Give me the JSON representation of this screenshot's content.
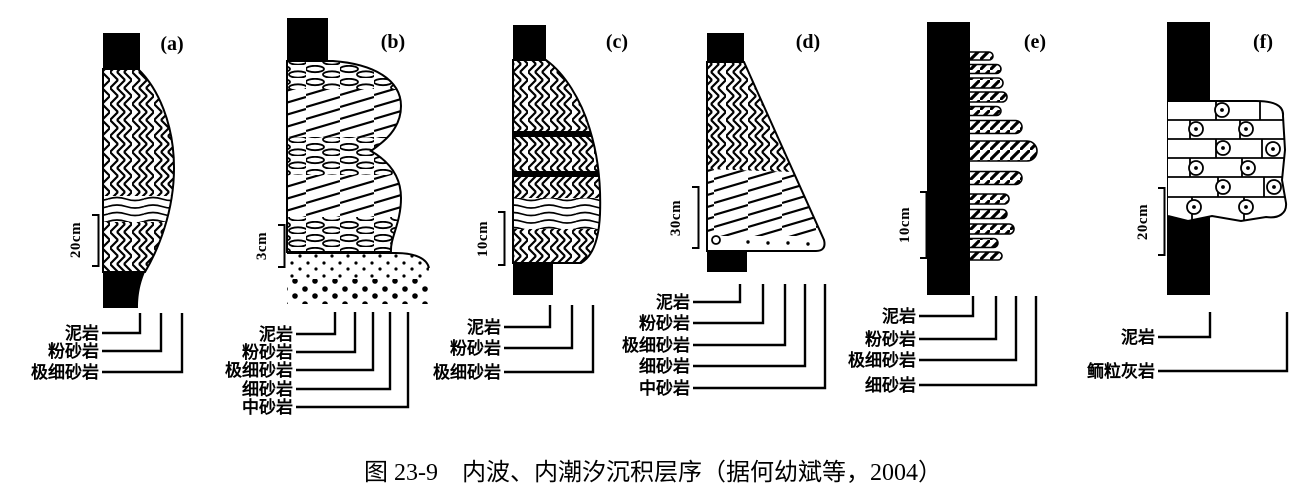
{
  "figure": {
    "caption": "图 23-9　内波、内潮汐沉积层序（据何幼斌等，2004）"
  },
  "panels": [
    {
      "tag": "(a)",
      "scale": "20cm",
      "liths": [
        "泥岩",
        "粉砂岩",
        "极细砂岩"
      ]
    },
    {
      "tag": "(b)",
      "scale": "3cm",
      "liths": [
        "泥岩",
        "粉砂岩",
        "极细砂岩",
        "细砂岩",
        "中砂岩"
      ]
    },
    {
      "tag": "(c)",
      "scale": "10cm",
      "liths": [
        "泥岩",
        "粉砂岩",
        "极细砂岩"
      ]
    },
    {
      "tag": "(d)",
      "scale": "30cm",
      "liths": [
        "泥岩",
        "粉砂岩",
        "极细砂岩",
        "细砂岩",
        "中砂岩"
      ]
    },
    {
      "tag": "(e)",
      "scale": "10cm",
      "liths": [
        "泥岩",
        "粉砂岩",
        "极细砂岩",
        "细砂岩"
      ]
    },
    {
      "tag": "(f)",
      "scale": "20cm",
      "liths": [
        "泥岩",
        "鲕粒灰岩"
      ]
    }
  ],
  "symbology": {
    "solid-black": "泥岩 (mudstone)",
    "herringbone-pattern": "交错层理砂岩 (cross-laminated sand/silt)",
    "diagonal-lines-pattern": "斜层理 (inclined lamination)",
    "dots-pattern": "砂岩 (sandstone)",
    "finger-lenses-pattern": "砂岩透镜体 (sand lenses)",
    "brick-oolite-pattern": "鲕粒灰岩 (oolitic limestone)"
  },
  "colors": {
    "ink": "#000000",
    "paper": "#ffffff"
  }
}
